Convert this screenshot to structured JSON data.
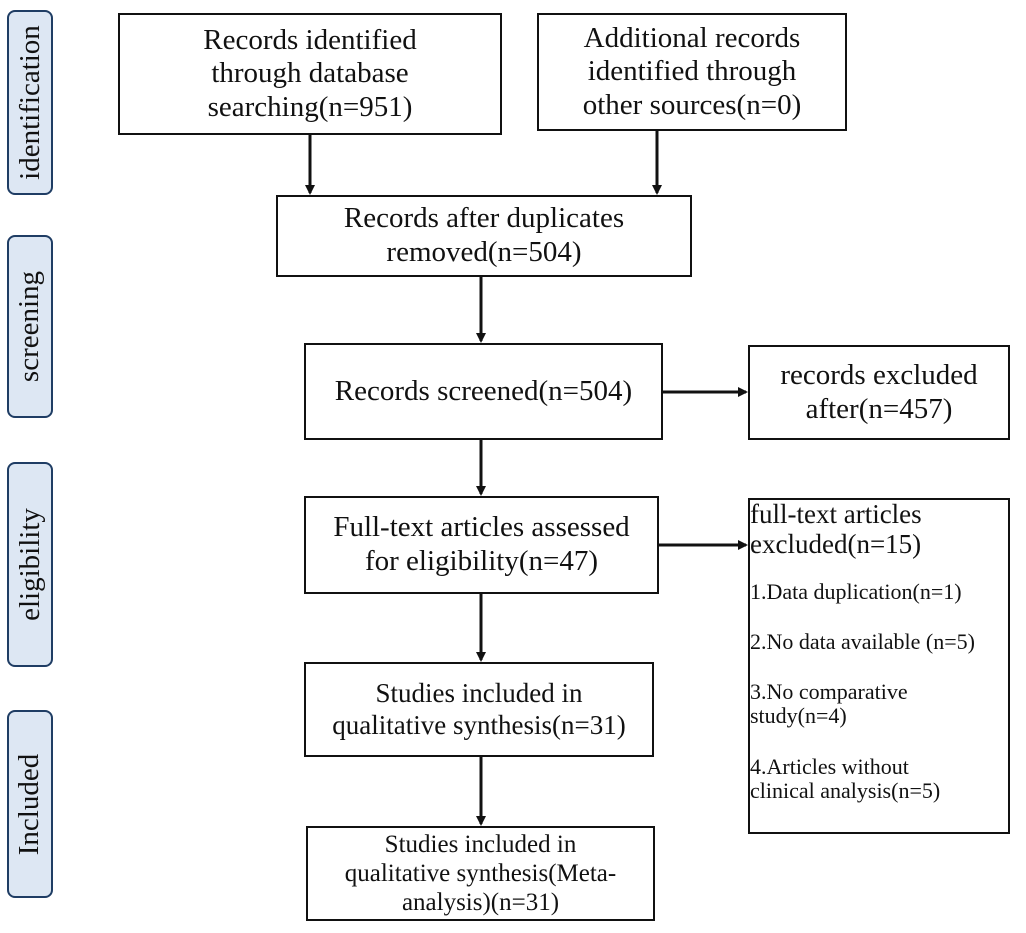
{
  "phases": {
    "identification": "identification",
    "screening": "screening",
    "eligibility": "eligibility",
    "included": "Included"
  },
  "boxes": {
    "database": "Records identified\nthrough database\nsearching(n=951)",
    "other_sources": "Additional records\nidentified through\nother sources(n=0)",
    "duplicates_removed": "Records after duplicates\nremoved(n=504)",
    "screened": "Records screened(n=504)",
    "excluded_after": "records excluded\nafter(n=457)",
    "fulltext_assessed": "Full-text articles assessed\nfor eligibility(n=47)",
    "qualitative": "Studies included in\nqualitative synthesis(n=31)",
    "meta_analysis": "Studies included in\nqualitative synthesis(Meta-\nanalysis)(n=31)"
  },
  "fulltext_excluded": {
    "title": "full-text articles\nexcluded(n=15)",
    "reasons": [
      "1.Data duplication(n=1)",
      "2.No data available (n=5)",
      "3.No comparative\nstudy(n=4)",
      "4.Articles without\nclinical analysis(n=5)"
    ]
  },
  "colors": {
    "phase_fill": "#dde7f3",
    "phase_border": "#1f3d64",
    "line": "#111111"
  }
}
